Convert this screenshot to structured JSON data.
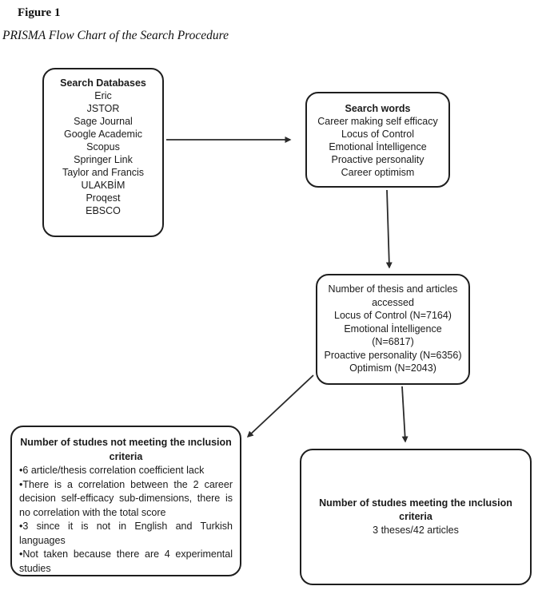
{
  "figure": {
    "label": "Figure 1",
    "caption": "PRISMA Flow Chart of the Search Procedure"
  },
  "colors": {
    "box_border": "#1e1e1e",
    "text": "#1b1b1b",
    "arrow": "#2a2a2a",
    "background": "#ffffff"
  },
  "boxes": {
    "search_databases": {
      "title": "Search Databases",
      "items": [
        "Eric",
        "JSTOR",
        "Sage Journal",
        "Google Academic",
        "Scopus",
        "Springer Link",
        "Taylor and Francis",
        "ULAKBİM",
        "Proqest",
        "EBSCO"
      ]
    },
    "search_words": {
      "title": "Search words",
      "items": [
        "Career making self efficacy",
        "Locus of Control",
        "Emotional İntelligence",
        "Proactive personality",
        "Career optimism"
      ]
    },
    "records_accessed": {
      "lines": [
        "Number of thesis and articles",
        "accessed",
        "Locus of Control (N=7164)",
        "Emotional İntelligence",
        "(N=6817)",
        "Proactive personality (N=6356)",
        "Optimism (N=2043)"
      ]
    },
    "not_meeting_criteria": {
      "title_lines": [
        "Number of studıes not meeting the ınclusion",
        "criteria"
      ],
      "bullets": [
        "6 article/thesis correlation coefficient lack",
        "There is a correlation between the 2 career decision self-efficacy sub-dimensions, there is no correlation with the total score",
        "3 since it is not in English and Turkish languages",
        "Not taken because there are 4 experimental studies"
      ]
    },
    "meeting_criteria": {
      "title_lines": [
        "Number of studıes meeting the ınclusion",
        "criteria"
      ],
      "count_line": "3 theses/42 articles"
    }
  }
}
